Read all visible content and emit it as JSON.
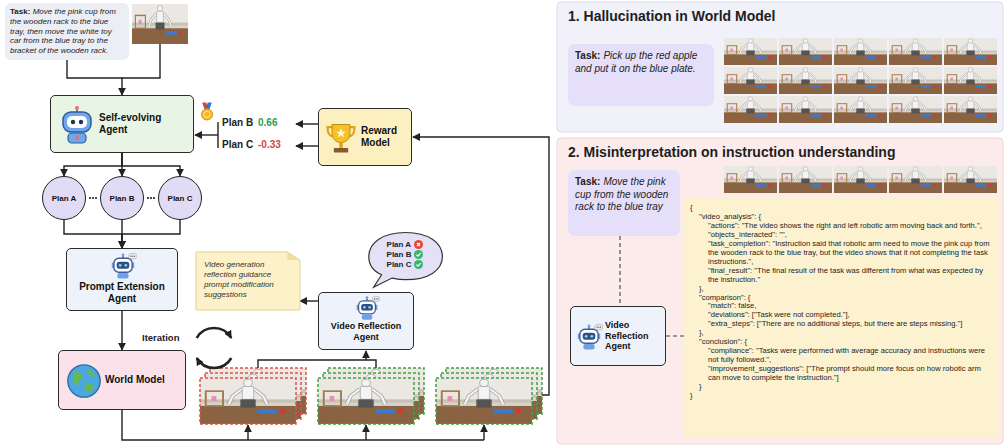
{
  "diagram": {
    "nodes": [
      {
        "text": [
          "Task:",
          "Move the pink cup from the wooden rack to the blue tray, then move the white toy car from the blue tray to the bracket of the wooden rack."
        ]
      },
      {
        "text": [
          "Self-evolving Agent"
        ]
      },
      {
        "text": [
          "Reward Model"
        ]
      },
      {
        "text": [
          "Plan A"
        ]
      },
      {
        "text": [
          "Plan B"
        ]
      },
      {
        "text": [
          "Plan C"
        ]
      },
      {
        "text": [
          "Prompt Extension Agent"
        ]
      },
      {
        "text": [
          "Video Reflection Agent"
        ]
      },
      {
        "text": [
          "Plan A",
          "Plan B",
          "Plan C"
        ]
      },
      {
        "text": [
          "Video generation reflection guidance prompt modification suggestions"
        ]
      },
      {
        "text": [
          "World Model"
        ]
      },
      {
        "text": [
          "1. Hallucination in World Model"
        ]
      },
      {
        "text": [
          "Task:",
          "Pick up the red apple and put it on the blue plate."
        ],
        "in": 11
      },
      {
        "text": [
          "2. Misinterpretation on instruction understanding"
        ]
      },
      {
        "text": [
          "Task:",
          "Move the pink cup from the wooden rack to the blue tray"
        ],
        "in": 13
      },
      {
        "text": [
          "Video Reflection Agent"
        ],
        "in": 13
      },
      {
        "text": [
          "{",
          "\"video_analysis\": {",
          "\"actions\": \"The video shows the right and left robotic arm moving back and forth.\",",
          "\"objects_interacted\": \"\",",
          "\"task_completion\": \"Instruction said that robotic arm need to move the pink cup from the wooden rack to the blue tray, but the video shows that it not completing the task instructions.\",",
          "\"final_result\": \"The final result of the task was different from what was expected by the instruction.\"",
          "},",
          "\"comparison\": {",
          "\"match\": false,",
          "\"deviations\": [\"Task were not completed.\"],",
          "\"extra_steps\": [\"There are no additional steps, but there are steps missing.\"]",
          "},",
          "\"conclusion\": {",
          "\"compliance\": \"Tasks were performed with average accuracy and instructions were not fully followed.\",",
          "\"improvement_suggestions\": [\"The prompt should more focus on how robotic arm can move to complete the instruction.\"]",
          "}",
          "}"
        ],
        "in": 13
      }
    ],
    "edges": [
      {
        "from": 0,
        "to": 1,
        "arrow": "to"
      },
      {
        "from": 1,
        "to": 3,
        "arrow": "to"
      },
      {
        "from": 1,
        "to": 4,
        "arrow": "to"
      },
      {
        "from": 1,
        "to": 5,
        "arrow": "to"
      },
      {
        "from": 3,
        "to": 6,
        "arrow": "to"
      },
      {
        "from": 4,
        "to": 6,
        "arrow": "to"
      },
      {
        "from": 5,
        "to": 6,
        "arrow": "to"
      },
      {
        "from": 6,
        "to": 10,
        "arrow": "to"
      },
      {
        "from": 7,
        "to": 9,
        "arrow": "to"
      },
      {
        "from": 14,
        "to": 15,
        "arrow": "none"
      },
      {
        "from": 15,
        "to": 16,
        "arrow": "none"
      }
    ],
    "labels": [
      "Plan B",
      "0.66",
      "Plan C",
      "-0.33",
      "Iteration"
    ]
  }
}
